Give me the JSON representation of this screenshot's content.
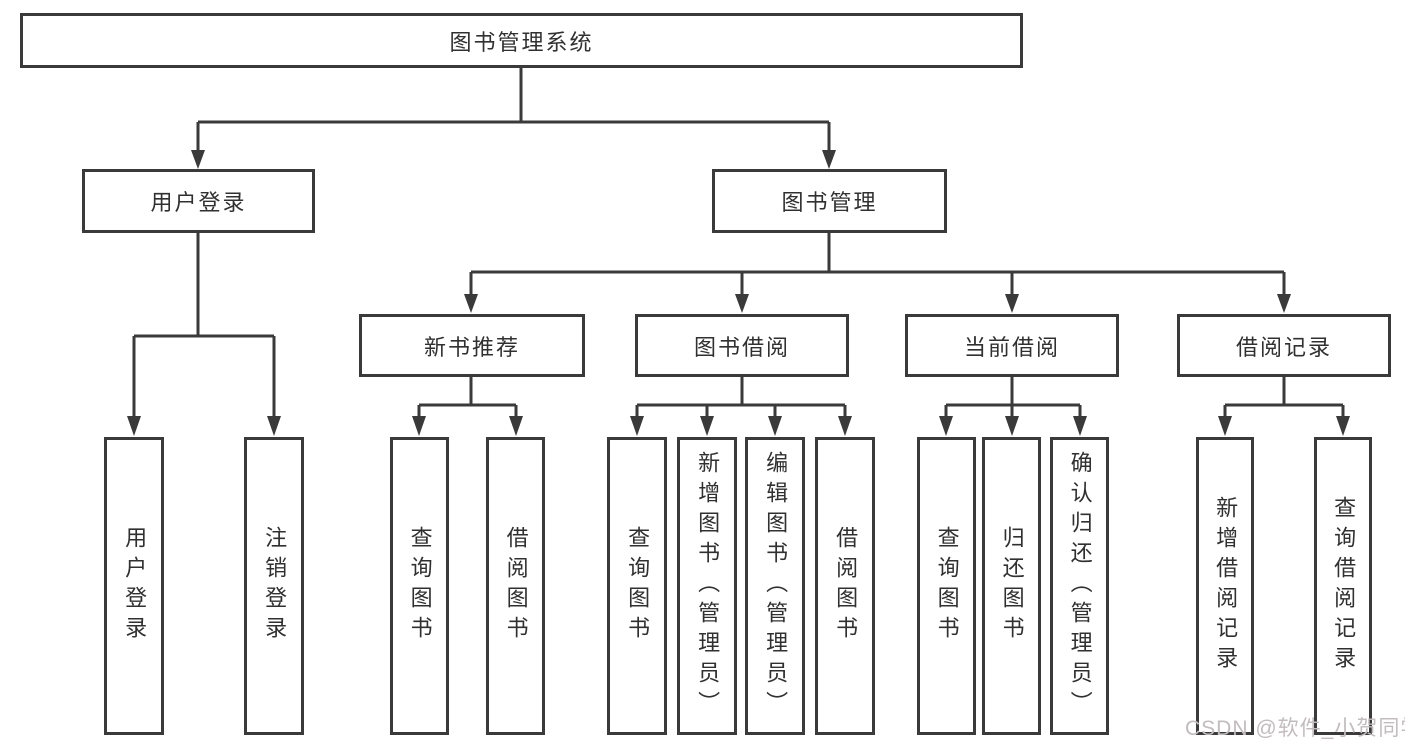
{
  "diagram": {
    "root": "图书管理系统",
    "branches": [
      {
        "label": "用户登录",
        "children": [
          "用户登录",
          "注销登录"
        ]
      },
      {
        "label": "图书管理",
        "sections": [
          {
            "label": "新书推荐",
            "children": [
              "查询图书",
              "借阅图书"
            ]
          },
          {
            "label": "图书借阅",
            "children": [
              "查询图书",
              "新增图书（管理员）",
              "编辑图书（管理员）",
              "借阅图书"
            ]
          },
          {
            "label": "当前借阅",
            "children": [
              "查询图书",
              "归还图书",
              "确认归还（管理员）"
            ]
          },
          {
            "label": "借阅记录",
            "children": [
              "新增借阅记录",
              "查询借阅记录"
            ]
          }
        ]
      }
    ]
  },
  "watermark": {
    "text": "CSDN @软件_小贺同学"
  },
  "colors": {
    "line": "#3a3a3a",
    "box_border": "#3a3a3a",
    "text": "#303030",
    "watermark": "#c2bcbf",
    "background": "#ffffff"
  }
}
